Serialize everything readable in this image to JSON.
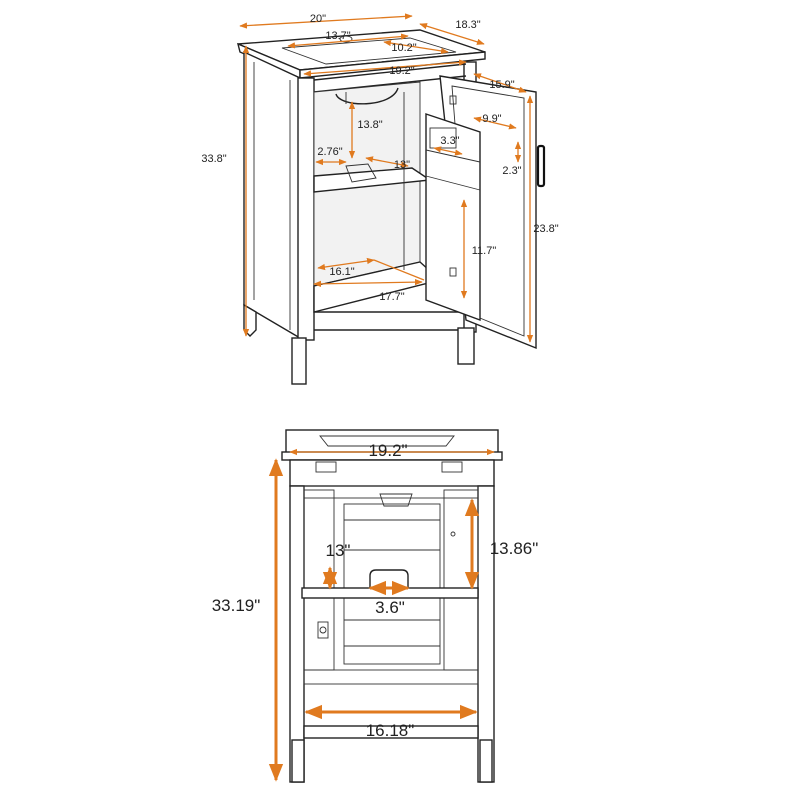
{
  "top_view": {
    "dims": {
      "width": "20\"",
      "depth": "18.3\"",
      "sink_width": "13.7\"",
      "sink_depth": "10.2\"",
      "inner_width": "19.2\"",
      "door_width": "15.9\"",
      "door_shelf_width": "9.9\"",
      "shelf_clearance": "13.8\"",
      "pipe_cutout": "2.76\"",
      "shelf_depth": "13\"",
      "rack_height": "3.3\"",
      "handle_offset": "2.3\"",
      "height": "33.8\"",
      "door_height": "23.8\"",
      "rack_gap": "11.7\"",
      "bottom_depth": "16.1\"",
      "bottom_width": "17.7\""
    }
  },
  "front_view": {
    "dims": {
      "inner_width": "19.2\"",
      "height": "33.19\"",
      "interior_height": "13.86\"",
      "shelf_depth": "13\"",
      "cutout_width": "3.6\"",
      "base_width": "16.18\""
    }
  },
  "colors": {
    "dimension": "#e07a1f",
    "line": "#222222"
  }
}
